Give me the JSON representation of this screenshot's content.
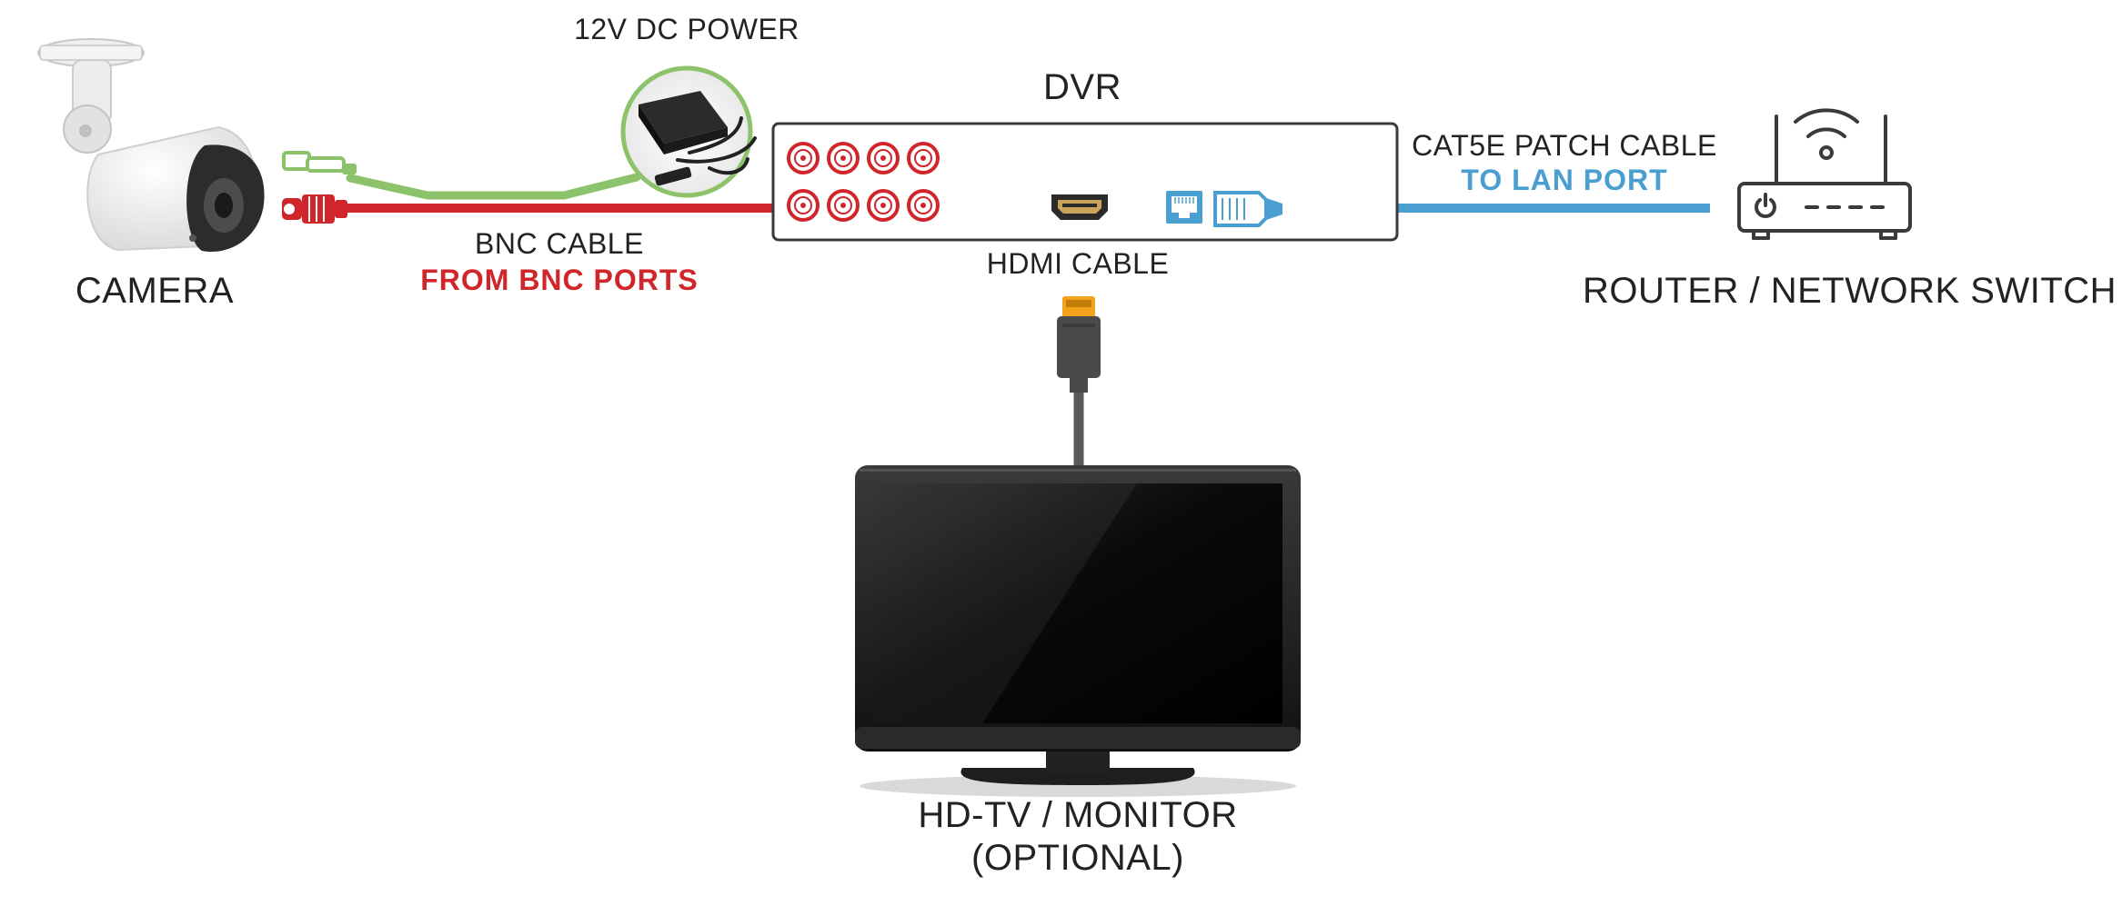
{
  "labels": {
    "power": "12V DC POWER",
    "dvr": "DVR",
    "camera": "CAMERA",
    "bnc_cable": "BNC CABLE",
    "bnc_from": "FROM BNC PORTS",
    "hdmi_cable": "HDMI CABLE",
    "cat5e_cable": "CAT5E PATCH CABLE",
    "cat5e_to": "TO LAN PORT",
    "router": "ROUTER / NETWORK SWITCH",
    "monitor_line1": "HD-TV / MONITOR",
    "monitor_line2": "(OPTIONAL)"
  },
  "colors": {
    "bnc_red": "#d0262b",
    "power_green": "#8cc26a",
    "lan_blue": "#4a9fd0",
    "hdmi_orange": "#f2a21b",
    "hdmi_gray": "#5a5a5a",
    "outline": "#3a3a3a"
  },
  "icons": {
    "camera": "bullet-camera-icon",
    "power_adapter": "power-adapter-icon",
    "router": "wifi-router-icon",
    "monitor": "monitor-icon",
    "hdmi_port": "hdmi-port-icon",
    "lan_port": "ethernet-port-icon"
  },
  "dvr_bnc_port_count": 8
}
